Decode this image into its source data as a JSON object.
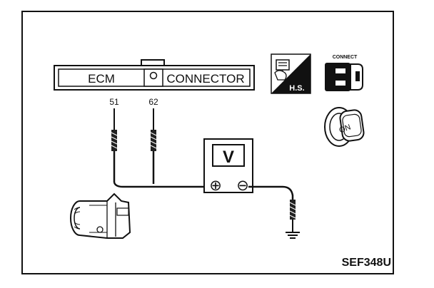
{
  "connector": {
    "left_label": "ECM",
    "right_label": "CONNECTOR",
    "pin_a": "51",
    "pin_b": "62"
  },
  "meter": {
    "symbol": "V",
    "positive_symbol": "⊕",
    "negative_symbol": "⊖"
  },
  "badges": {
    "hs_label": "H.S.",
    "connect_label": "CONNECT",
    "ignition_label": "ON"
  },
  "figure_code": "SEF348U",
  "icons": {
    "hand_symbol": "hand-hs-icon",
    "connector_symbol": "connector-plug-icon",
    "ignition_symbol": "ignition-key-icon",
    "sensor_symbol": "sensor-component-icon",
    "ground_symbol": "ground-icon"
  },
  "colors": {
    "ink": "#111111",
    "paper": "#ffffff"
  }
}
